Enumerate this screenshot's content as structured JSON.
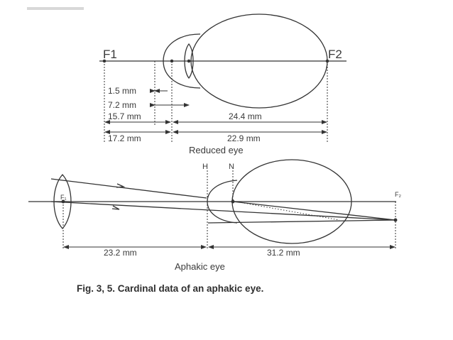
{
  "reduced_eye": {
    "labels": {
      "f1": "F1",
      "f2": "F2"
    },
    "measurements": [
      "1.5 mm",
      "7.2 mm",
      "15.7 mm",
      "24.4 mm",
      "17.2 mm",
      "22.9 mm"
    ],
    "title": "Reduced eye"
  },
  "aphakic_eye": {
    "labels": {
      "h": "H",
      "n": "N",
      "f1": "F₁",
      "f2": "F₂"
    },
    "measurements": [
      "23.2 mm",
      "31.2 mm"
    ],
    "title": "Aphakic eye"
  },
  "figure_caption": "Fig. 3, 5. Cardinal data of an aphakic eye."
}
